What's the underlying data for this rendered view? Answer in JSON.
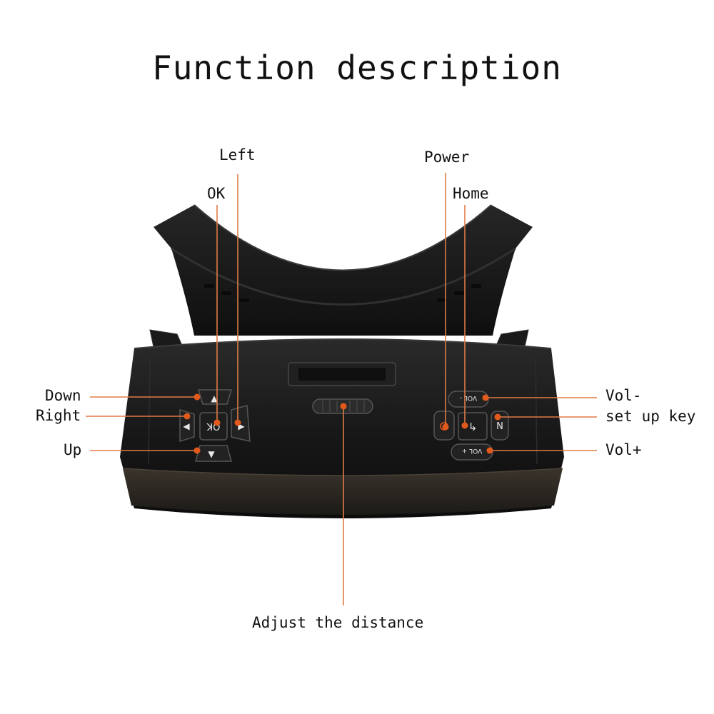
{
  "title": "Function description",
  "labels": {
    "left": "Left",
    "ok": "OK",
    "power": "Power",
    "home": "Home",
    "down": "Down",
    "right": "Right",
    "up": "Up",
    "vol_minus": "Vol-",
    "setup_key": "set up key",
    "vol_plus": "Vol+",
    "adjust": "Adjust the distance"
  },
  "buttons": {
    "ok_key": "OK",
    "vol_minus_key": "VOL -",
    "vol_plus_key": "VOL +",
    "setup_key": "N"
  },
  "colors": {
    "leader_line": "#e07b45",
    "marker": "#e2591c",
    "headset_body": "#1b1b1b"
  }
}
